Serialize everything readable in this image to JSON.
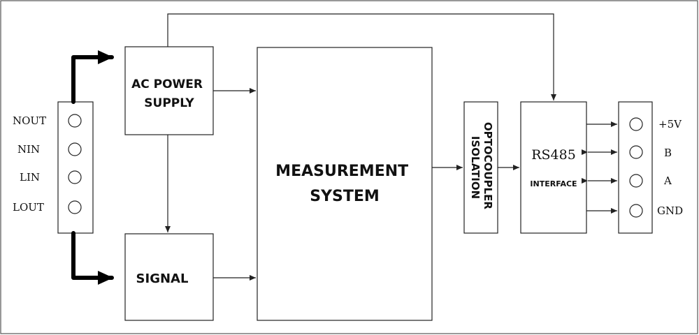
{
  "blocks": {
    "ac_power": [
      "AC POWER",
      "SUPPLY"
    ],
    "signal": "SIGNAL",
    "measurement": [
      "MEASUREMENT",
      "SYSTEM"
    ],
    "optocoupler": [
      "OPTOCOUPLER",
      "ISOLATION"
    ],
    "rs485": "RS485",
    "interface": "INTERFACE"
  },
  "left_terminals": [
    "NOUT",
    "NIN",
    "LIN",
    "LOUT"
  ],
  "right_terminals": [
    "+5V",
    "B",
    "A",
    "GND"
  ]
}
